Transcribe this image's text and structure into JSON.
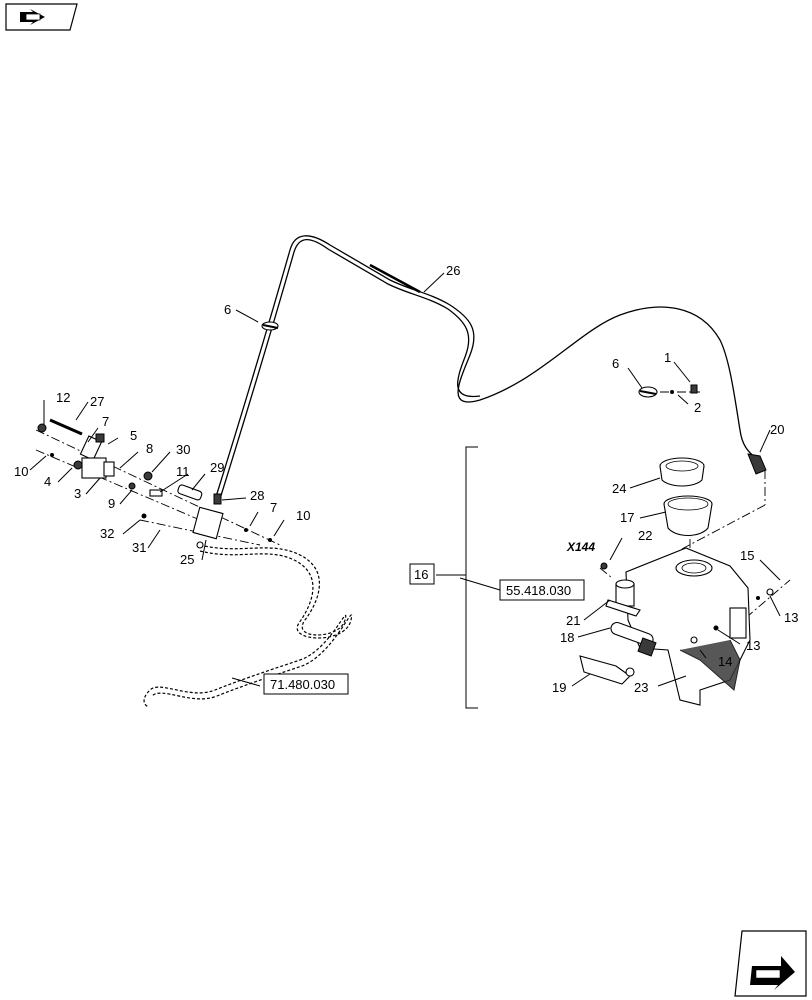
{
  "nav": {
    "back_icon": "folder-back-arrow-icon",
    "next_icon": "next-page-arrow-icon"
  },
  "callouts": [
    "1",
    "2",
    "3",
    "4",
    "5",
    "6",
    "6",
    "7",
    "7",
    "8",
    "9",
    "10",
    "10",
    "11",
    "12",
    "13",
    "13",
    "14",
    "15",
    "16",
    "17",
    "18",
    "19",
    "20",
    "21",
    "22",
    "23",
    "24",
    "25",
    "26",
    "27",
    "28",
    "29",
    "30",
    "31",
    "32"
  ],
  "references": {
    "ref_55418": "55.418.030",
    "ref_71480": "71.480.030"
  },
  "connector": "X144",
  "group_box": "16"
}
